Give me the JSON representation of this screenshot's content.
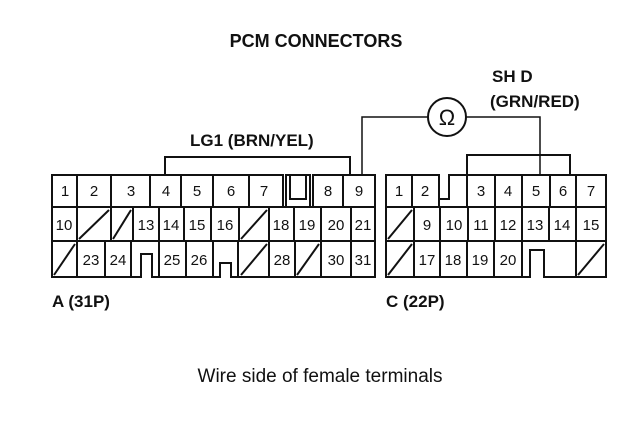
{
  "title": "PCM CONNECTORS",
  "probe": {
    "sh_d_label": "SH D",
    "sh_d_wire": "(GRN/RED)",
    "lg1_label": "LG1 (BRN/YEL)",
    "meter_symbol": "Ω"
  },
  "connectors": {
    "a": {
      "label": "A (31P)",
      "rows": [
        [
          "1",
          "2",
          "3",
          "4",
          "5",
          "6",
          "7",
          "",
          "8",
          "9"
        ],
        [
          "10",
          "/",
          "/",
          "13",
          "14",
          "15",
          "16",
          "/",
          "18",
          "19",
          "20",
          "21"
        ],
        [
          "/",
          "23",
          "24",
          "",
          "25",
          "26",
          "",
          "/",
          "28",
          "/",
          "30",
          "31"
        ]
      ]
    },
    "c": {
      "label": "C (22P)",
      "rows": [
        [
          "1",
          "2",
          "",
          "3",
          "4",
          "5",
          "6",
          "7"
        ],
        [
          "/",
          "9",
          "10",
          "11",
          "12",
          "13",
          "14",
          "15"
        ],
        [
          "/",
          "17",
          "18",
          "19",
          "20",
          "",
          "/"
        ]
      ]
    }
  },
  "caption": "Wire side of female terminals",
  "colors": {
    "ink": "#111111",
    "background": "#ffffff"
  }
}
